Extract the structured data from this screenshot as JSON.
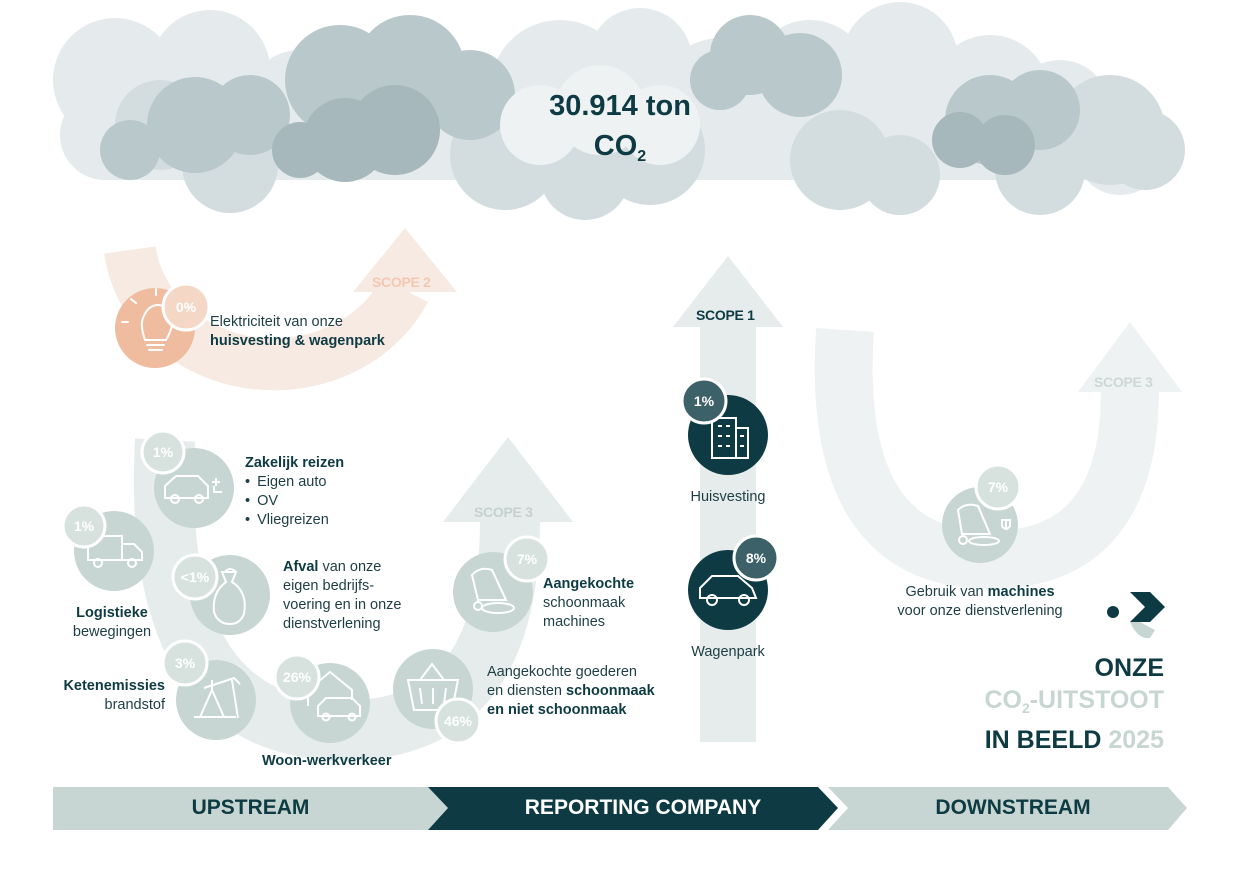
{
  "headline": {
    "value": "30.914 ton",
    "unit": "CO",
    "unit_sub": "2"
  },
  "scopes": {
    "scope2": "SCOPE 2",
    "scope1": "SCOPE 1",
    "scope3_upstream": "SCOPE 3",
    "scope3_downstream": "SCOPE 3"
  },
  "items": {
    "elektriciteit": {
      "pct": "0%",
      "line1": "Elektriciteit van onze",
      "line2_bold": "huisvesting & wagenpark",
      "icon": "lightbulb-icon"
    },
    "zakelijk_reizen": {
      "pct": "1%",
      "title": "Zakelijk reizen",
      "bullets": [
        "Eigen auto",
        "OV",
        "Vliegreizen"
      ],
      "icon": "electric-car-icon"
    },
    "logistiek": {
      "pct": "1%",
      "line1": "Logistieke",
      "line2": "bewegingen",
      "icon": "truck-icon"
    },
    "afval": {
      "pct": "<1%",
      "title": "Afval",
      "line1_rest": " van onze",
      "line2": "eigen bedrijfs-",
      "line3": "voering en in onze",
      "line4": "dienstverlening",
      "icon": "garbage-bag-icon"
    },
    "aangekochte_machines": {
      "pct": "7%",
      "title": "Aangekochte",
      "line2": "schoonmaak",
      "line3": "machines",
      "icon": "scrubber-machine-icon"
    },
    "ketenemissies": {
      "pct": "3%",
      "title": "Ketenemissies",
      "line2": "brandstof",
      "icon": "oil-pump-icon"
    },
    "woon_werk": {
      "pct": "26%",
      "title": "Woon-werkverkeer",
      "icon": "house-car-icon"
    },
    "goederen": {
      "pct": "46%",
      "line1": "Aangekochte goederen",
      "line2_pre": "en diensten ",
      "line2_bold": "schoonmaak",
      "line3_bold": "en niet schoonmaak",
      "icon": "shopping-basket-icon"
    },
    "huisvesting": {
      "pct": "1%",
      "label": "Huisvesting",
      "icon": "office-building-icon"
    },
    "wagenpark": {
      "pct": "8%",
      "label": "Wagenpark",
      "icon": "car-icon"
    },
    "machines_gebruik": {
      "pct": "7%",
      "line1_pre": "Gebruik van ",
      "line1_bold": "machines",
      "line2": "voor onze dienstverlening",
      "icon": "electric-scrubber-icon"
    }
  },
  "band": {
    "upstream": "UPSTREAM",
    "reporting": "REPORTING COMPANY",
    "downstream": "DOWNSTREAM"
  },
  "brand": {
    "line1": "ONZE",
    "line2_pre": "CO",
    "line2_sub": "2",
    "line2_post": "-UITSTOOT",
    "line3_bold": "IN BEELD",
    "line3_year": "2025",
    "logo": "brand-logo-icon"
  },
  "colors": {
    "dark": "#0e3b43",
    "cloud_light": "#e3eaeb",
    "cloud_mid": "#bccbcd",
    "cloud_dark": "#9bb0b2",
    "sage": "#c7d6d2",
    "scope2_peach": "#f6e6dc",
    "scope2_orange": "#efbc9f",
    "pale_gray": "#e8eeee"
  }
}
